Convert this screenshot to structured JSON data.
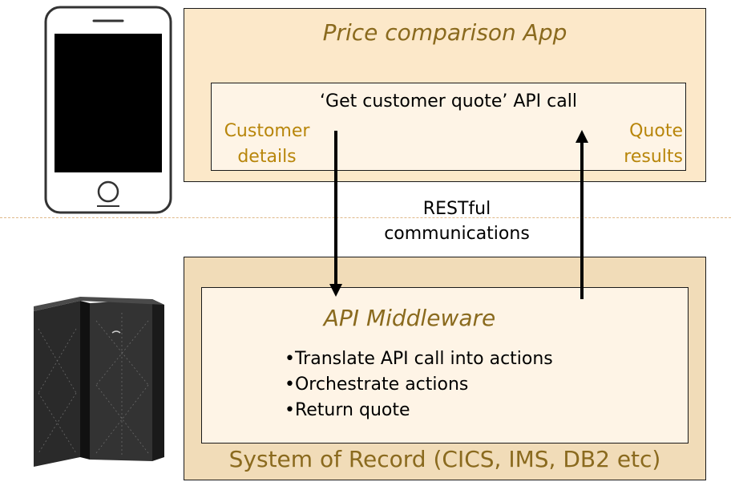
{
  "app": {
    "title": "Price comparison App",
    "api_call": "‘Get customer quote’ API call",
    "customer_details_line1": "Customer",
    "customer_details_line2": "details",
    "quote_results_line1": "Quote",
    "quote_results_line2": "results"
  },
  "connection": {
    "line1": "RESTful",
    "line2": "communications"
  },
  "middleware": {
    "title": "API Middleware",
    "items": [
      "•Translate API call into actions",
      "•Orchestrate actions",
      "•Return quote"
    ]
  },
  "system_of_record": {
    "title": "System of Record (CICS, IMS, DB2 etc)"
  },
  "icons": {
    "phone": "smartphone-icon",
    "server": "mainframe-server-icon"
  },
  "colors": {
    "app_box": "#fce8c9",
    "sor_box": "#f1dcb8",
    "inner_box": "#fef4e6",
    "title_text": "#8a6a1e",
    "label_text": "#b8860b",
    "separator": "#e0b98a"
  }
}
